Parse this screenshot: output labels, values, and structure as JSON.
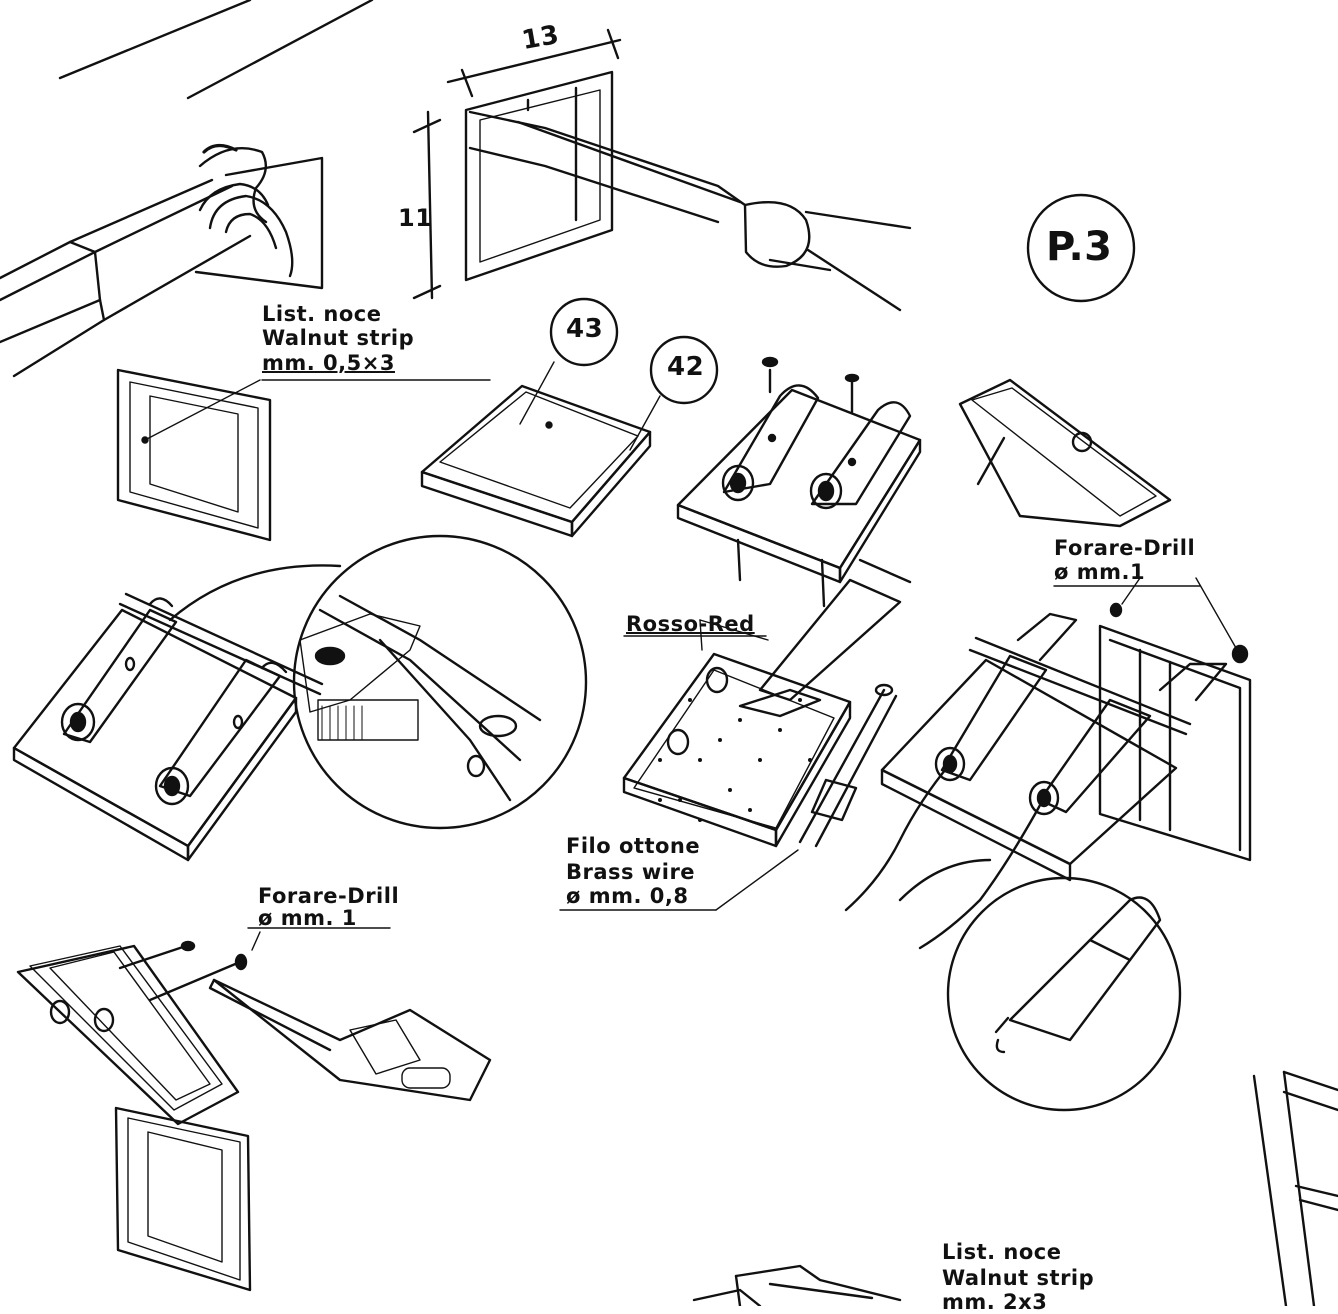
{
  "page_badge": "P.3",
  "part_numbers": {
    "p43": "43",
    "p42": "42"
  },
  "dimensions": {
    "width": "13",
    "height": "11"
  },
  "labels": {
    "walnut_strip_top": {
      "it": "List. noce",
      "en": "Walnut strip",
      "size": "mm. 0,5×3"
    },
    "drill_right": {
      "text": "Forare-Drill",
      "size": "ø mm.1"
    },
    "rosso_red": "Rosso-Red",
    "brass_wire": {
      "it": "Filo ottone",
      "en": "Brass wire",
      "size": "ø mm. 0,8"
    },
    "drill_left": {
      "text": "Forare-Drill",
      "size": "ø mm. 1"
    },
    "walnut_strip_bottom": {
      "it": "List. noce",
      "en": "Walnut strip",
      "size": "mm. 2x3"
    }
  }
}
